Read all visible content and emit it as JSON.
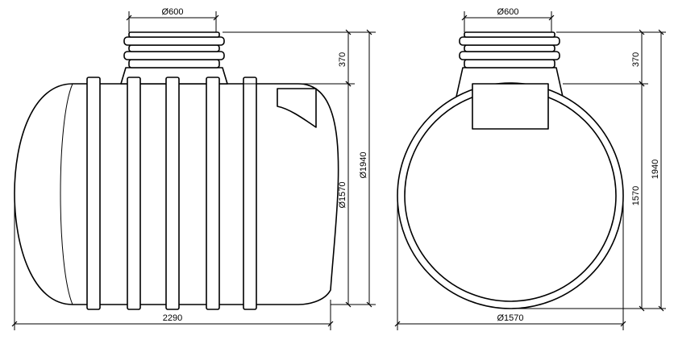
{
  "side_view": {
    "neck_diameter": "Ø600",
    "neck_height": "370",
    "total_height": "Ø1940",
    "body_diameter": "Ø1570",
    "length": "2290"
  },
  "front_view": {
    "neck_diameter": "Ø600",
    "neck_height": "370",
    "total_height": "1940",
    "body_height": "1570",
    "body_diameter": "Ø1570"
  }
}
